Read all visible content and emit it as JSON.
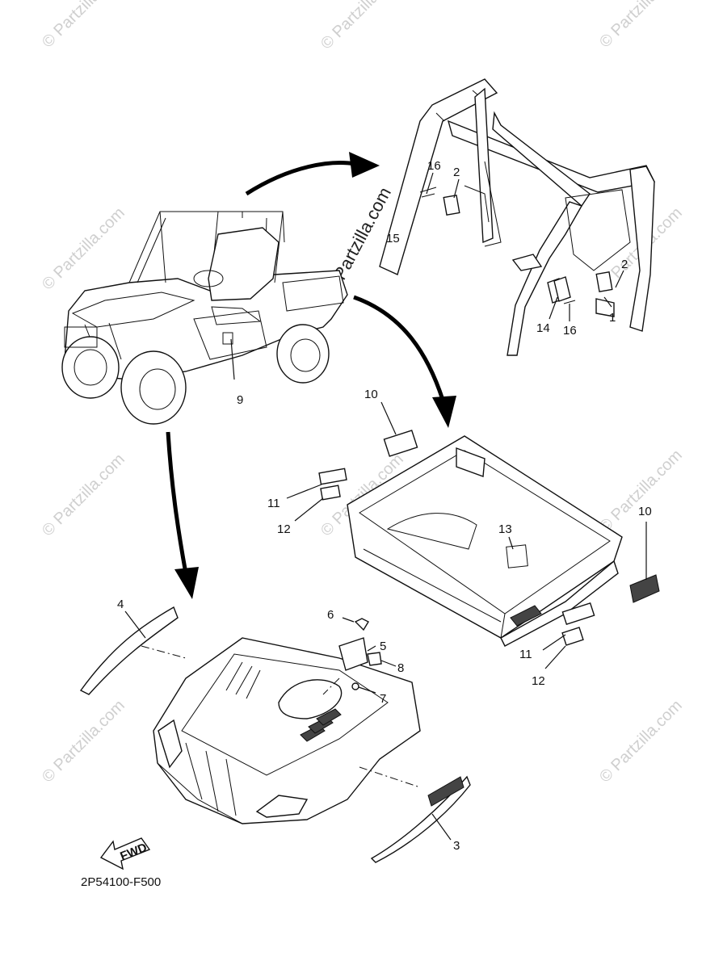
{
  "diagram": {
    "code": "2P54100-F500",
    "fwd_label": "FWD",
    "watermark": "© Partzilla.com",
    "watermark_center": "© Partzilla.com",
    "callouts": {
      "c1": "1",
      "c2a": "2",
      "c2b": "2",
      "c3": "3",
      "c4": "4",
      "c5": "5",
      "c6": "6",
      "c7": "7",
      "c8": "8",
      "c9": "9",
      "c10a": "10",
      "c10b": "10",
      "c11a": "11",
      "c11b": "11",
      "c12a": "12",
      "c12b": "12",
      "c13": "13",
      "c14": "14",
      "c15": "15",
      "c16a": "16",
      "c16b": "16"
    }
  }
}
